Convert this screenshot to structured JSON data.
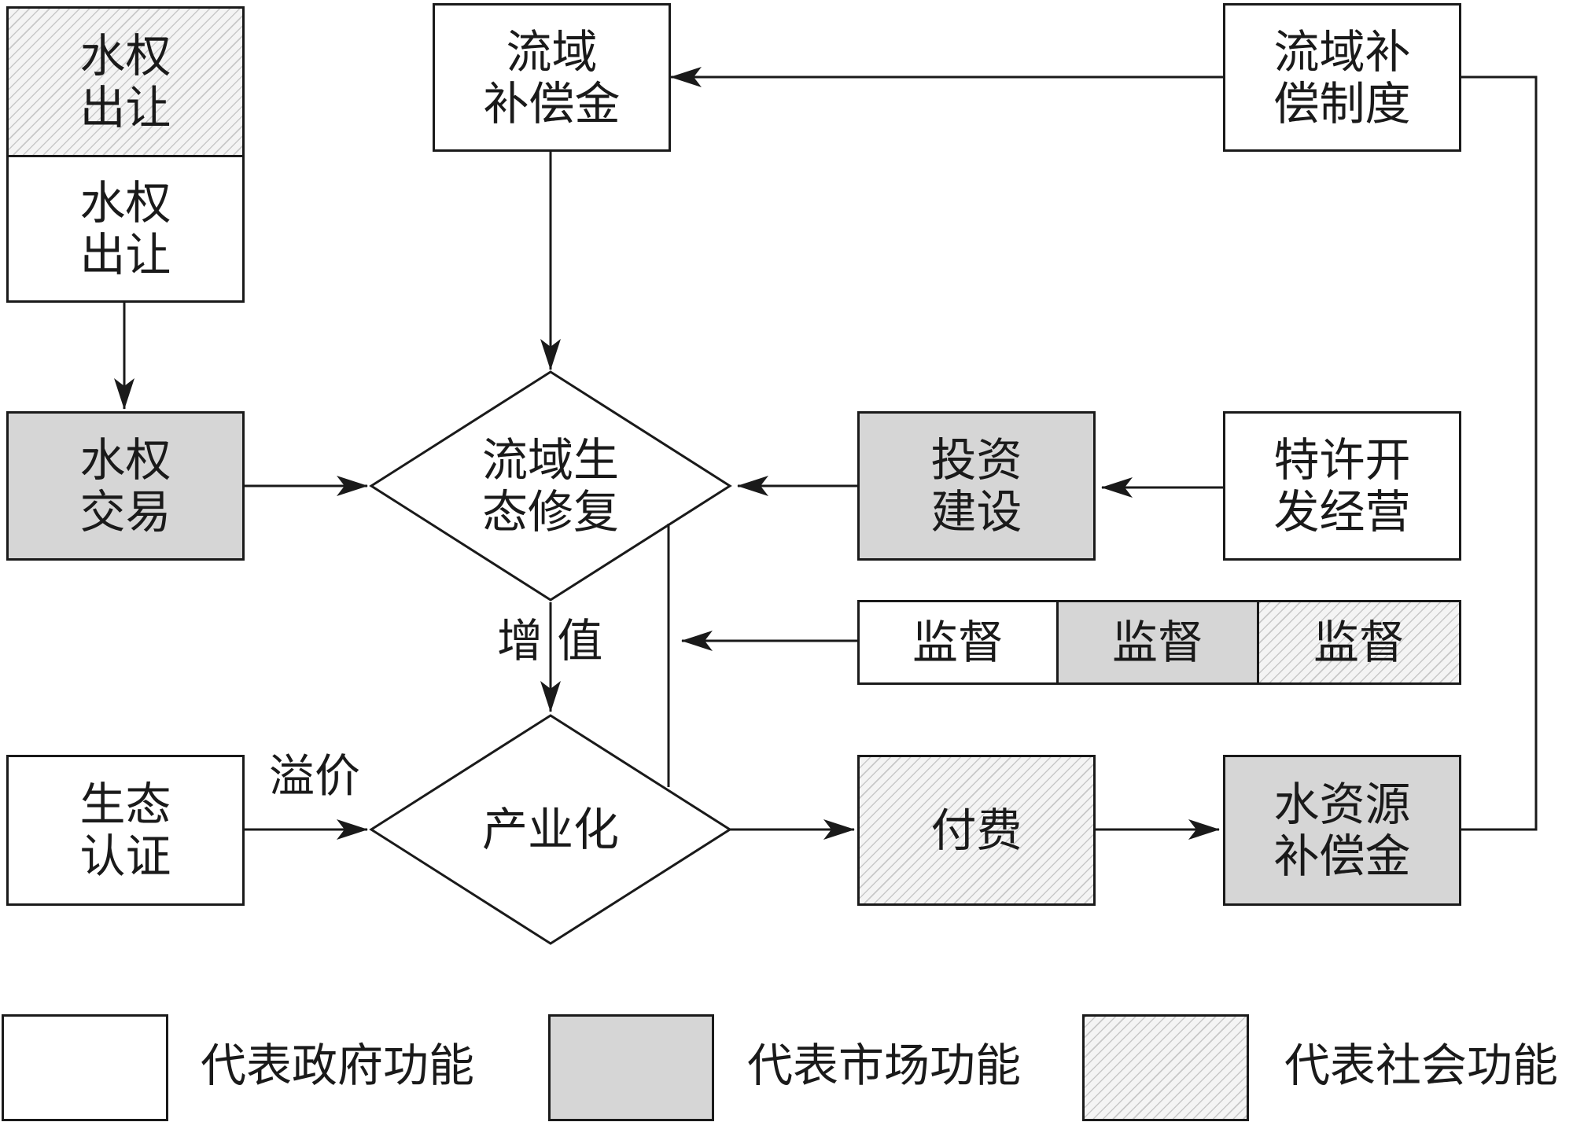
{
  "nodes": {
    "water_right_transfer_social": "水权\n出让",
    "water_right_transfer_gov": "水权\n出让",
    "basin_compensation_fund": "流域\n补偿金",
    "basin_compensation_system": "流域补\n偿制度",
    "water_right_trading": "水权\n交易",
    "basin_eco_restoration": "流域生\n态修复",
    "investment_construction": "投资\n建设",
    "franchise_operation": "特许开\n发经营",
    "supervision_gov": "监督",
    "supervision_market": "监督",
    "supervision_social": "监督",
    "eco_certification": "生态\n认证",
    "industrialization": "产业化",
    "payment": "付费",
    "water_resource_compensation_fund": "水资源\n补偿金"
  },
  "edge_labels": {
    "value_added": "增 值",
    "premium": "溢价"
  },
  "legend": [
    {
      "label": "代表政府功能",
      "type": "gov"
    },
    {
      "label": "代表市场功能",
      "type": "mkt"
    },
    {
      "label": "代表社会功能",
      "type": "soc"
    }
  ],
  "colors": {
    "government": "#ffffff",
    "market": "#d6d6d6",
    "social_hatch": "#c8c8c8",
    "line": "#1a1a1a"
  }
}
